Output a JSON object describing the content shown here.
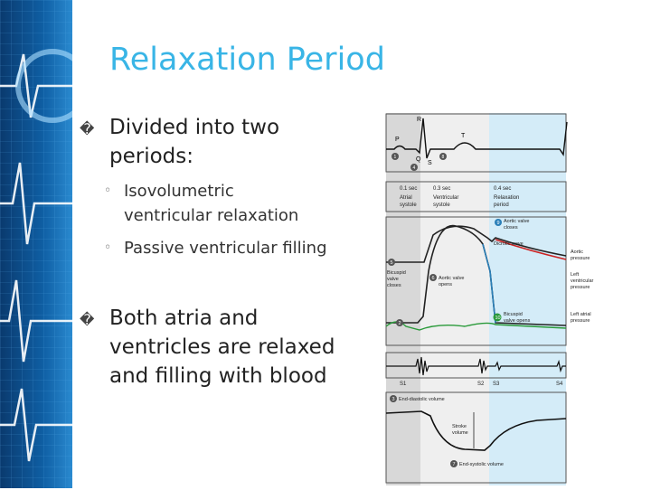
{
  "slide": {
    "title": "Relaxation Period",
    "bullet_marker": "�",
    "sub_marker": "◦",
    "bullets": [
      {
        "line1": "Divided into two",
        "line2": "periods:"
      },
      {
        "line1": "Both atria and",
        "line2": "ventricles are relaxed",
        "line3": "and filling with blood"
      }
    ],
    "sub_bullets": [
      {
        "line1": "Isovolumetric",
        "line2": "ventricular relaxation"
      },
      {
        "line1": "Passive ventricular filling"
      }
    ]
  },
  "figure": {
    "ecg_labels": {
      "p": "P",
      "r": "R",
      "q": "Q",
      "s": "S",
      "t": "T"
    },
    "timing": [
      {
        "time": "0.1 sec",
        "phase1": "Atrial",
        "phase2": "systole"
      },
      {
        "time": "0.3 sec",
        "phase1": "Ventricular",
        "phase2": "systole"
      },
      {
        "time": "0.4 sec",
        "phase1": "Relaxation",
        "phase2": "period"
      }
    ],
    "annotations": {
      "aortic_valve_close1": "Aortic valve",
      "aortic_valve_close2": "closes",
      "dicrotic_wave": "Dicrotic wave",
      "aortic_pressure1": "Aortic",
      "aortic_pressure2": "pressure",
      "aortic_valve_opens1": "Aortic valve",
      "aortic_valve_opens2": "opens",
      "left_ventricular1": "Left",
      "left_ventricular2": "ventricular",
      "left_ventricular3": "pressure",
      "bicuspid_closes1": "Bicuspid",
      "bicuspid_closes2": "valve",
      "bicuspid_closes3": "closes",
      "bicuspid_opens1": "Bicuspid",
      "bicuspid_opens2": "valve opens",
      "left_atrial1": "Left atrial",
      "left_atrial2": "pressure",
      "s1": "S1",
      "s2": "S2",
      "s3": "S3",
      "s4": "S4",
      "end_diastolic": "End-diastolic volume",
      "stroke1": "Stroke",
      "stroke2": "volume",
      "end_systolic": "End-systolic volume"
    },
    "step_numbers": {
      "n1": "1",
      "n2": "2",
      "n3": "3",
      "n4": "4",
      "n5": "5",
      "n6": "6",
      "n7": "7",
      "n8": "8",
      "n9": "9",
      "n10": "10"
    }
  },
  "colors": {
    "title": "#39b5e6",
    "relaxation_band": "#d4ecf8",
    "aortic": "#cc2222",
    "atrial": "#2a9a3a",
    "ventricular_fall": "#2a7fb8"
  }
}
